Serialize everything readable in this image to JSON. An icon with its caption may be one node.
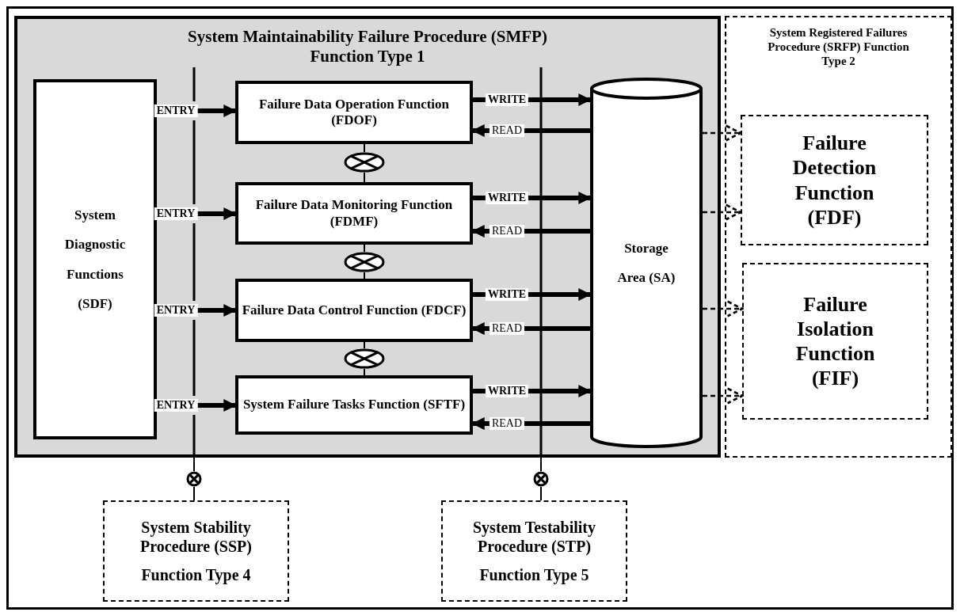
{
  "diagram": {
    "nodes": [
      {
        "text": [
          "System Maintainability Failure Procedure (SMFP) Function Type 1"
        ]
      },
      {
        "text": [
          "System Diagnostic Functions (SDF)"
        ],
        "in": 0
      },
      {
        "text": [
          "Failure Data Operation Function (FDOF)"
        ],
        "in": 0
      },
      {
        "text": [
          "Failure Data Monitoring Function (FDMF)"
        ],
        "in": 0
      },
      {
        "text": [
          "Failure Data Control Function (FDCF)"
        ],
        "in": 0
      },
      {
        "text": [
          "System Failure Tasks Function (SFTF)"
        ],
        "in": 0
      },
      {
        "text": [
          "Storage Area (SA)"
        ],
        "in": 0
      },
      {
        "text": [
          "System Registered Failures Procedure (SRFP) Function Type 2"
        ]
      },
      {
        "text": [
          "Failure Detection Function (FDF)"
        ],
        "in": 7
      },
      {
        "text": [
          "Failure Isolation Function (FIF)"
        ],
        "in": 7
      },
      {
        "text": [
          "System Stability Procedure (SSP)",
          "Function Type 4"
        ]
      },
      {
        "text": [
          "System Testability Procedure (STP)",
          "Function Type 5"
        ]
      },
      {
        "text": [],
        "shape": "circle",
        "in": 0
      },
      {
        "text": [],
        "shape": "circle",
        "in": 0
      },
      {
        "text": [],
        "shape": "circle",
        "in": 0
      },
      {
        "text": [],
        "shape": "circle"
      },
      {
        "text": [],
        "shape": "circle"
      }
    ],
    "edges": [
      {
        "from": 1,
        "to": 2,
        "arrow": "to",
        "label": "ENTRY",
        "style": "thick"
      },
      {
        "from": 1,
        "to": 3,
        "arrow": "to",
        "label": "ENTRY",
        "style": "thick"
      },
      {
        "from": 1,
        "to": 4,
        "arrow": "to",
        "label": "ENTRY",
        "style": "thick"
      },
      {
        "from": 1,
        "to": 5,
        "arrow": "to",
        "label": "ENTRY",
        "style": "thick"
      },
      {
        "from": 2,
        "to": 6,
        "arrow": "to",
        "label": "WRITE",
        "style": "thick"
      },
      {
        "from": 6,
        "to": 2,
        "arrow": "to",
        "label": "READ",
        "style": "thick"
      },
      {
        "from": 3,
        "to": 6,
        "arrow": "to",
        "label": "WRITE",
        "style": "thick"
      },
      {
        "from": 6,
        "to": 3,
        "arrow": "to",
        "label": "READ",
        "style": "thick"
      },
      {
        "from": 4,
        "to": 6,
        "arrow": "to",
        "label": "WRITE",
        "style": "thick"
      },
      {
        "from": 6,
        "to": 4,
        "arrow": "to",
        "label": "READ",
        "style": "thick"
      },
      {
        "from": 5,
        "to": 6,
        "arrow": "to",
        "label": "WRITE",
        "style": "thick"
      },
      {
        "from": 6,
        "to": 5,
        "arrow": "to",
        "label": "READ",
        "style": "thick"
      },
      {
        "from": 2,
        "to": 12,
        "arrow": "none"
      },
      {
        "from": 12,
        "to": 3,
        "arrow": "none"
      },
      {
        "from": 3,
        "to": 13,
        "arrow": "none"
      },
      {
        "from": 13,
        "to": 4,
        "arrow": "none"
      },
      {
        "from": 4,
        "to": 14,
        "arrow": "none"
      },
      {
        "from": 14,
        "to": 5,
        "arrow": "none"
      },
      {
        "from": 6,
        "to": 8,
        "arrow": "to",
        "style": "dashed"
      },
      {
        "from": 6,
        "to": 8,
        "arrow": "to",
        "style": "dashed"
      },
      {
        "from": 6,
        "to": 9,
        "arrow": "to",
        "style": "dashed"
      },
      {
        "from": 6,
        "to": 9,
        "arrow": "to",
        "style": "dashed"
      },
      {
        "from": 0,
        "to": 15,
        "arrow": "none"
      },
      {
        "from": 15,
        "to": 10,
        "arrow": "none"
      },
      {
        "from": 0,
        "to": 16,
        "arrow": "none"
      },
      {
        "from": 16,
        "to": 11,
        "arrow": "none"
      }
    ]
  }
}
